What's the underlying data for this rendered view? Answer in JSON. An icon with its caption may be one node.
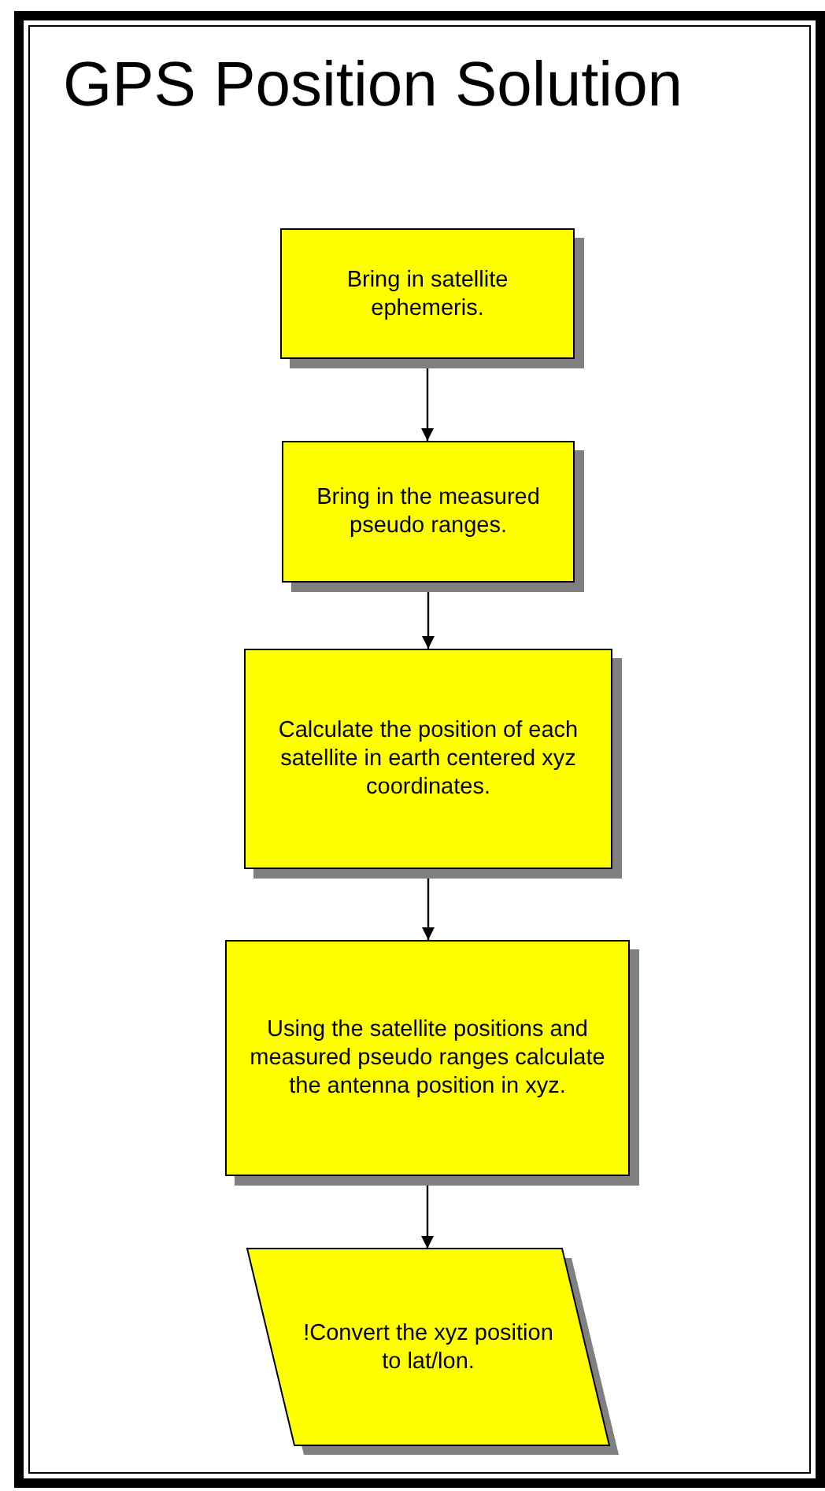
{
  "diagram": {
    "title": "GPS Position Solution",
    "nodes": [
      {
        "text": [
          "Bring in satellite ephemeris."
        ]
      },
      {
        "text": [
          "Bring in the measured pseudo ranges."
        ]
      },
      {
        "text": [
          "Calculate the position of each satellite in earth centered xyz coordinates."
        ]
      },
      {
        "text": [
          "Using the satellite positions and measured pseudo ranges calculate the antenna position in xyz."
        ]
      },
      {
        "text": [
          "!Convert the xyz position to lat/lon."
        ]
      }
    ],
    "edges": [
      {
        "from": 0,
        "to": 1,
        "arrow": "to"
      },
      {
        "from": 1,
        "to": 2,
        "arrow": "to"
      },
      {
        "from": 2,
        "to": 3,
        "arrow": "to"
      },
      {
        "from": 3,
        "to": 4,
        "arrow": "to"
      }
    ]
  }
}
